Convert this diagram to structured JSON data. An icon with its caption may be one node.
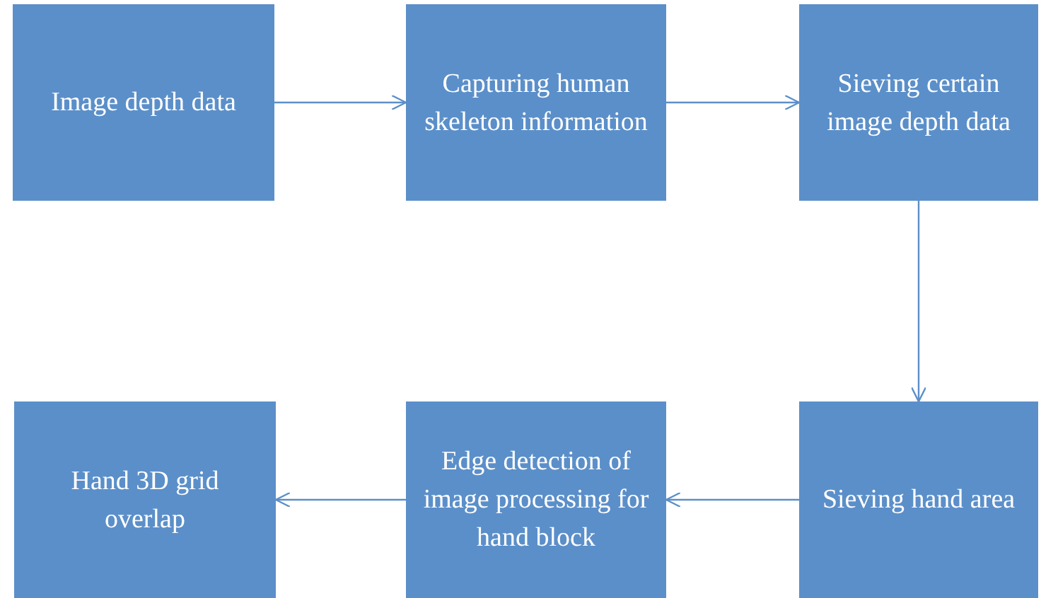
{
  "diagram": {
    "nodes": [
      {
        "text": [
          "Image depth data"
        ]
      },
      {
        "text": [
          "Capturing human skeleton information"
        ]
      },
      {
        "text": [
          "Sieving certain image depth data"
        ]
      },
      {
        "text": [
          "Hand 3D grid overlap"
        ]
      },
      {
        "text": [
          "Edge detection of image processing for hand block"
        ]
      },
      {
        "text": [
          "Sieving hand area"
        ]
      }
    ],
    "edges": [
      {
        "from": 0,
        "to": 1,
        "arrow": "to"
      },
      {
        "from": 1,
        "to": 2,
        "arrow": "to"
      },
      {
        "from": 2,
        "to": 5,
        "arrow": "to"
      },
      {
        "from": 5,
        "to": 4,
        "arrow": "to"
      },
      {
        "from": 4,
        "to": 3,
        "arrow": "to"
      }
    ]
  }
}
